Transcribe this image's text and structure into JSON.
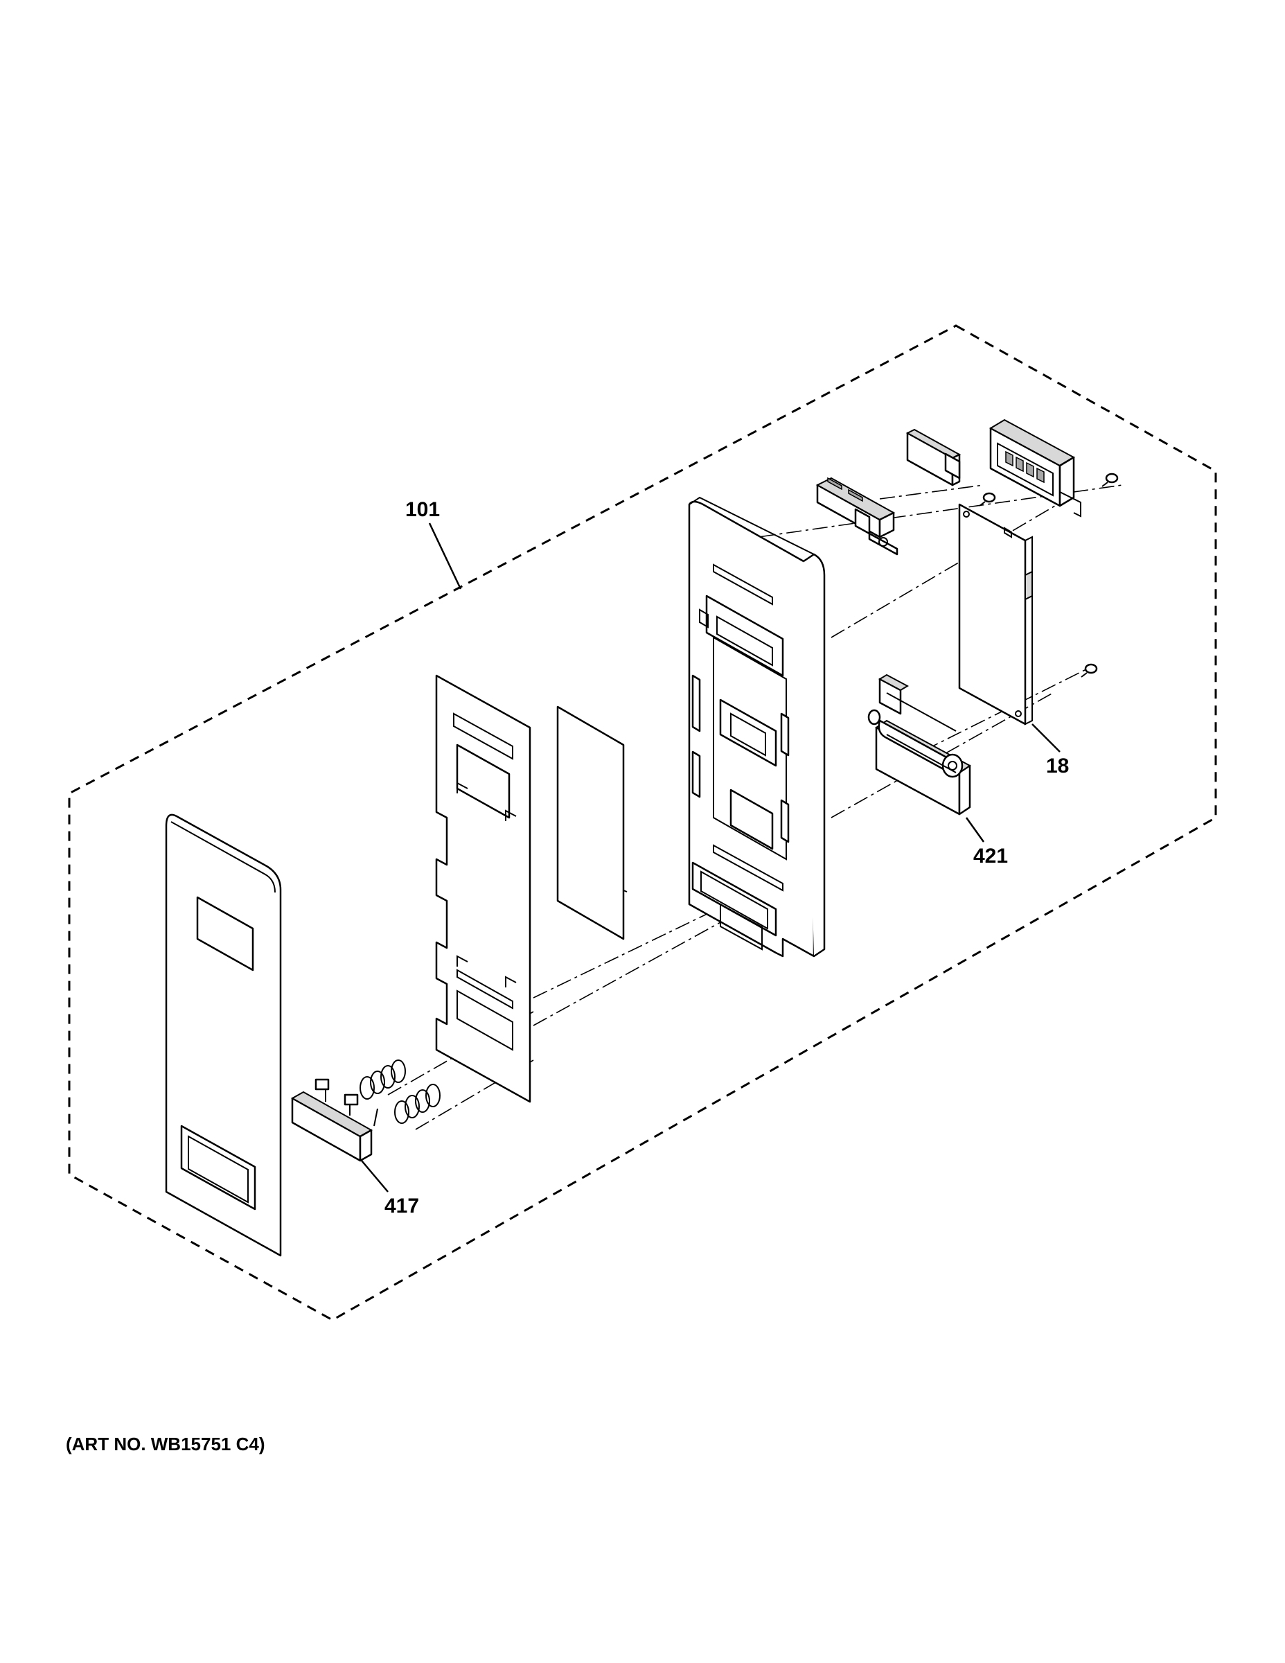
{
  "labels": {
    "kit": "101",
    "circuit_board": "18",
    "door_latch": "421",
    "push_button": "417"
  },
  "art_number": "(ART NO. WB15751 C4)",
  "line_color": "#000000",
  "background_color": "#ffffff"
}
